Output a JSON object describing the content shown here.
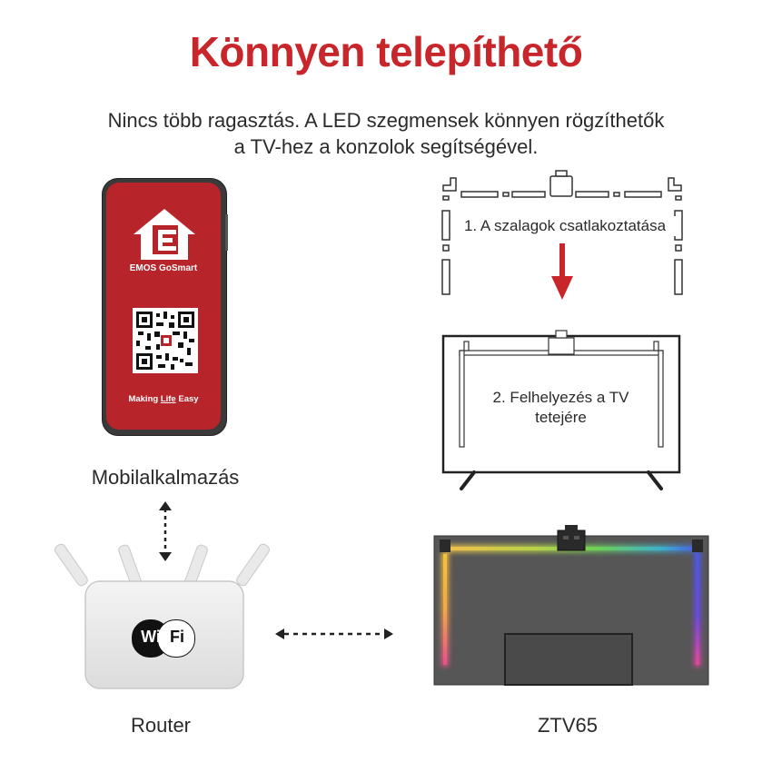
{
  "title": "Könnyen telepíthető",
  "subtitle_line1": "Nincs több ragasztás. A LED szegmensek könnyen rögzíthetők",
  "subtitle_line2": "a TV-hez a konzolok segítségével.",
  "phone": {
    "brand": "EMOS GoSmart",
    "slogan_pre": "Making ",
    "slogan_em": "Life",
    "slogan_post": " Easy",
    "logo_letter": "E"
  },
  "labels": {
    "app": "Mobilalkalmazás",
    "router": "Router",
    "tv": "ZTV65"
  },
  "router_badge": {
    "wi": "Wi",
    "fi": "Fi"
  },
  "steps": {
    "step1": "1. A szalagok csatlakoztatása",
    "step2_line1": "2. Felhelyezés a TV",
    "step2_line2": "tetejére"
  },
  "colors": {
    "accent": "#c8262b",
    "phone_screen": "#b7242a",
    "led_strip": [
      "#f5c242",
      "#7ccf4a",
      "#3aa8d8",
      "#5a4bd8",
      "#e54b8a"
    ]
  }
}
